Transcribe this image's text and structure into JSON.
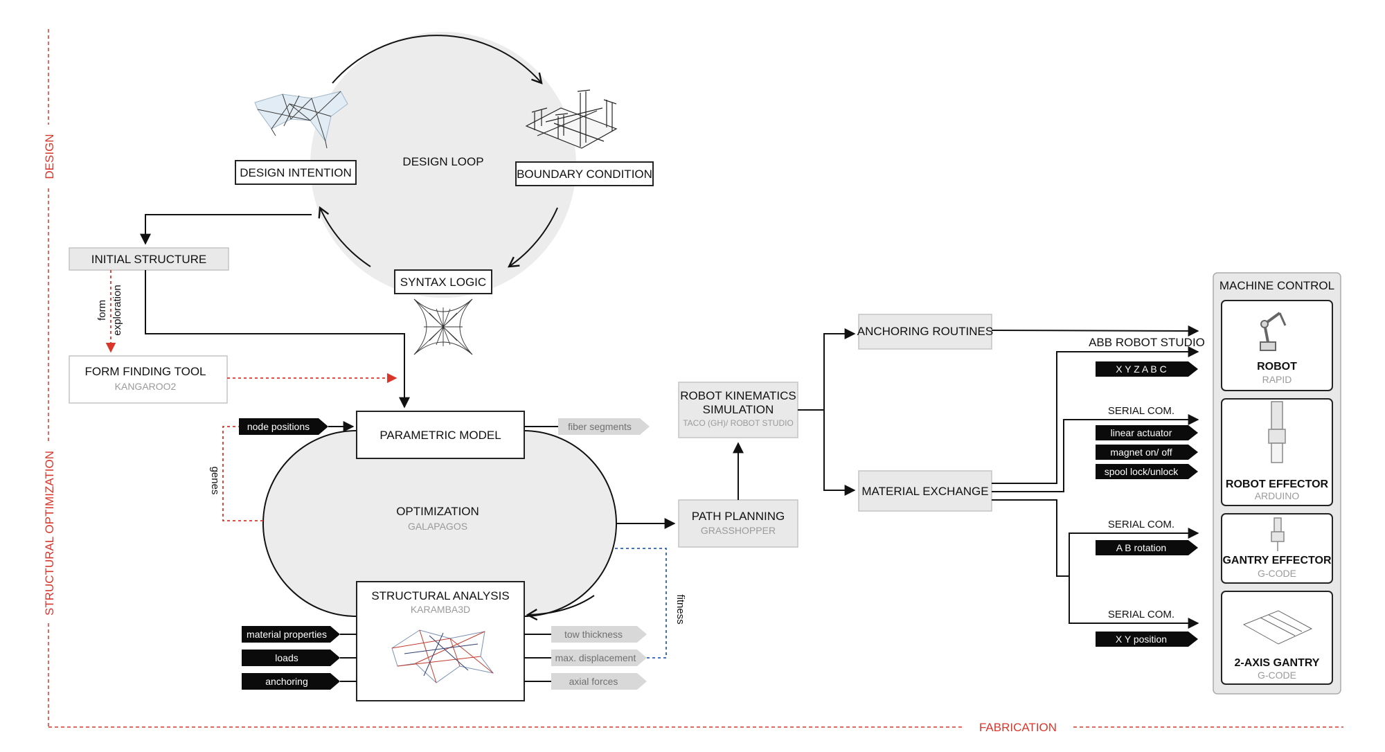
{
  "sections": {
    "design": "DESIGN",
    "structural_optimization": "STRUCTURAL OPTIMIZATION",
    "fabrication": "FABRICATION"
  },
  "design_loop": {
    "title": "DESIGN LOOP",
    "design_intention": "DESIGN INTENTION",
    "boundary_condition": "BOUNDARY CONDITION",
    "syntax_logic": "SYNTAX LOGIC"
  },
  "initial_structure": "INITIAL STRUCTURE",
  "form_exploration": [
    "form",
    "exploration"
  ],
  "form_finding": {
    "title": "FORM FINDING TOOL",
    "sub": "KANGAROO2"
  },
  "parametric_model": "PARAMETRIC MODEL",
  "node_positions": "node positions",
  "fiber_segments": "fiber segments",
  "genes": "genes",
  "optimization": {
    "title": "OPTIMIZATION",
    "sub": "GALAPAGOS"
  },
  "structural_analysis": {
    "title": "STRUCTURAL ANALYSIS",
    "sub": "KARAMBA3D"
  },
  "inputs": [
    "material properties",
    "loads",
    "anchoring"
  ],
  "outputs": [
    "tow thickness",
    "max. displacement",
    "axial forces"
  ],
  "fitness": "fitness",
  "path_planning": {
    "title": "PATH PLANNING",
    "sub": "GRASSHOPPER"
  },
  "robot_kinematics": {
    "title1": "ROBOT KINEMATICS",
    "title2": "SIMULATION",
    "sub": "TACO (GH)/ ROBOT STUDIO"
  },
  "anchoring_routines": "ANCHORING ROUTINES",
  "material_exchange": "MATERIAL EXCHANGE",
  "abb_robot_studio": "ABB ROBOT STUDIO",
  "xyzabc": "X Y Z A B C",
  "serial_com": "SERIAL COM.",
  "effector_signals": [
    "linear actuator",
    "magnet on/ off",
    "spool lock/unlock"
  ],
  "ab_rotation": "A B rotation",
  "xy_position": "X Y position",
  "machine_control": {
    "title": "MACHINE CONTROL",
    "items": [
      {
        "title": "ROBOT",
        "sub": "RAPID"
      },
      {
        "title": "ROBOT EFFECTOR",
        "sub": "ARDUINO"
      },
      {
        "title": "GANTRY EFFECTOR",
        "sub": "G-CODE"
      },
      {
        "title": "2-AXIS GANTRY",
        "sub": "G-CODE"
      }
    ]
  }
}
